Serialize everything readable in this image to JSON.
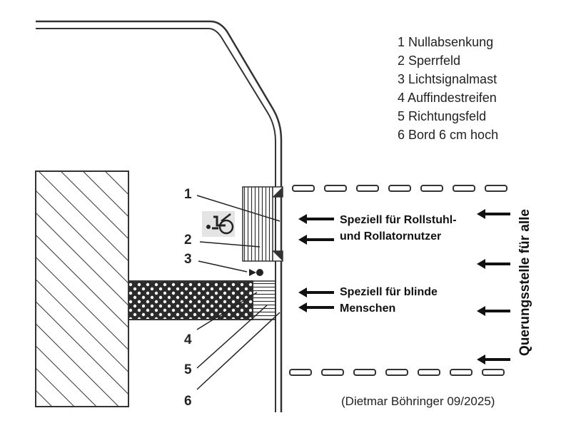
{
  "legend": {
    "items": [
      "1 Nullabsenkung",
      "2 Sperrfeld",
      "3 Lichtsignalmast",
      "4 Auffindestreifen",
      "5 Richtungsfeld",
      "6 Bord 6 cm hoch"
    ]
  },
  "callouts": [
    "1",
    "2",
    "3",
    "4",
    "5",
    "6"
  ],
  "notes": {
    "wheelchair_line1": "Speziell für Rollstuhl-",
    "wheelchair_line2": "und Rollatornutzer",
    "blind_line1": "Speziell für blinde",
    "blind_line2": "Menschen"
  },
  "vertical_label": "Querungsstelle für alle",
  "credit": "(Dietmar Böhringer 09/2025)",
  "icons": [
    "wheelchair-icon",
    "traffic-signal-mast-icon",
    "arrow-left-icon"
  ]
}
